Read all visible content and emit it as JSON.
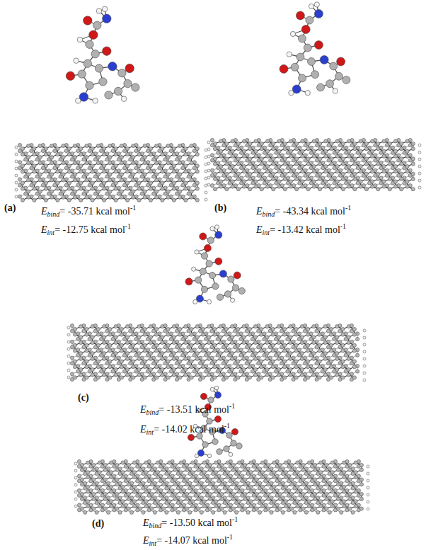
{
  "diagram": {
    "labels": [
      "(a)",
      "Ebind= -35.71 kcal mol-1",
      "Eint= -12.75 kcal mol-1",
      "(b)",
      "Ebind= -43.34 kcal mol-1",
      "Eint= -13.42 kcal mol-1",
      "(c)",
      "Ebind= -13.51 kcal mol-1",
      "Eint= -14.02 kcal mol-1",
      "(d)",
      "Ebind= -13.50 kcal mol-1",
      "Eint= -14.07 kcal mol-1"
    ]
  }
}
